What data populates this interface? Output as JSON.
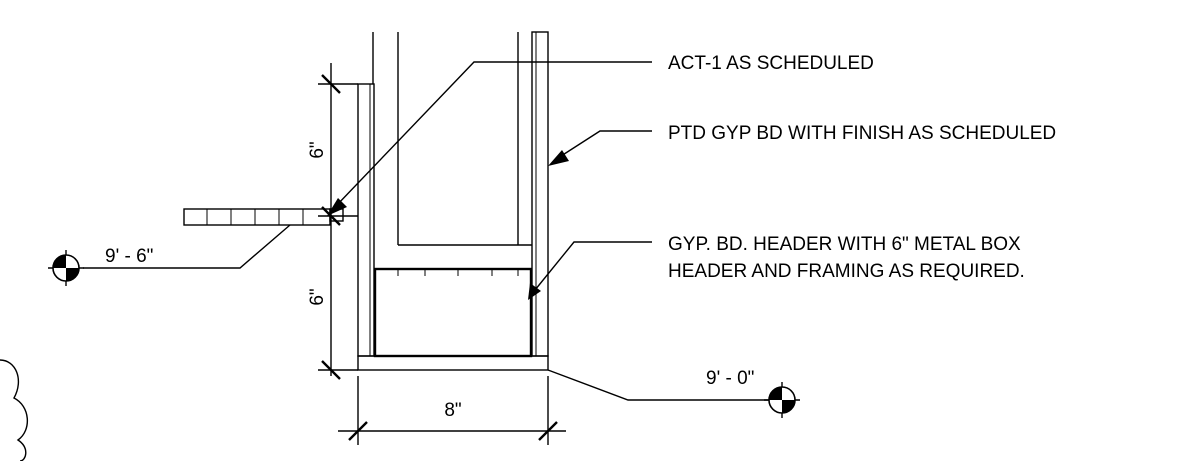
{
  "notes": {
    "act": "ACT-1 AS SCHEDULED",
    "gyp": "PTD GYP BD WITH FINISH AS SCHEDULED",
    "header_line1": "GYP. BD. HEADER WITH 6\" METAL BOX",
    "header_line2": "HEADER AND FRAMING AS REQUIRED."
  },
  "dimensions": {
    "upper_height": "6\"",
    "lower_height": "6\"",
    "width": "8\""
  },
  "elevations": {
    "ceiling": "9' - 6\"",
    "soffit": "9' - 0\""
  }
}
